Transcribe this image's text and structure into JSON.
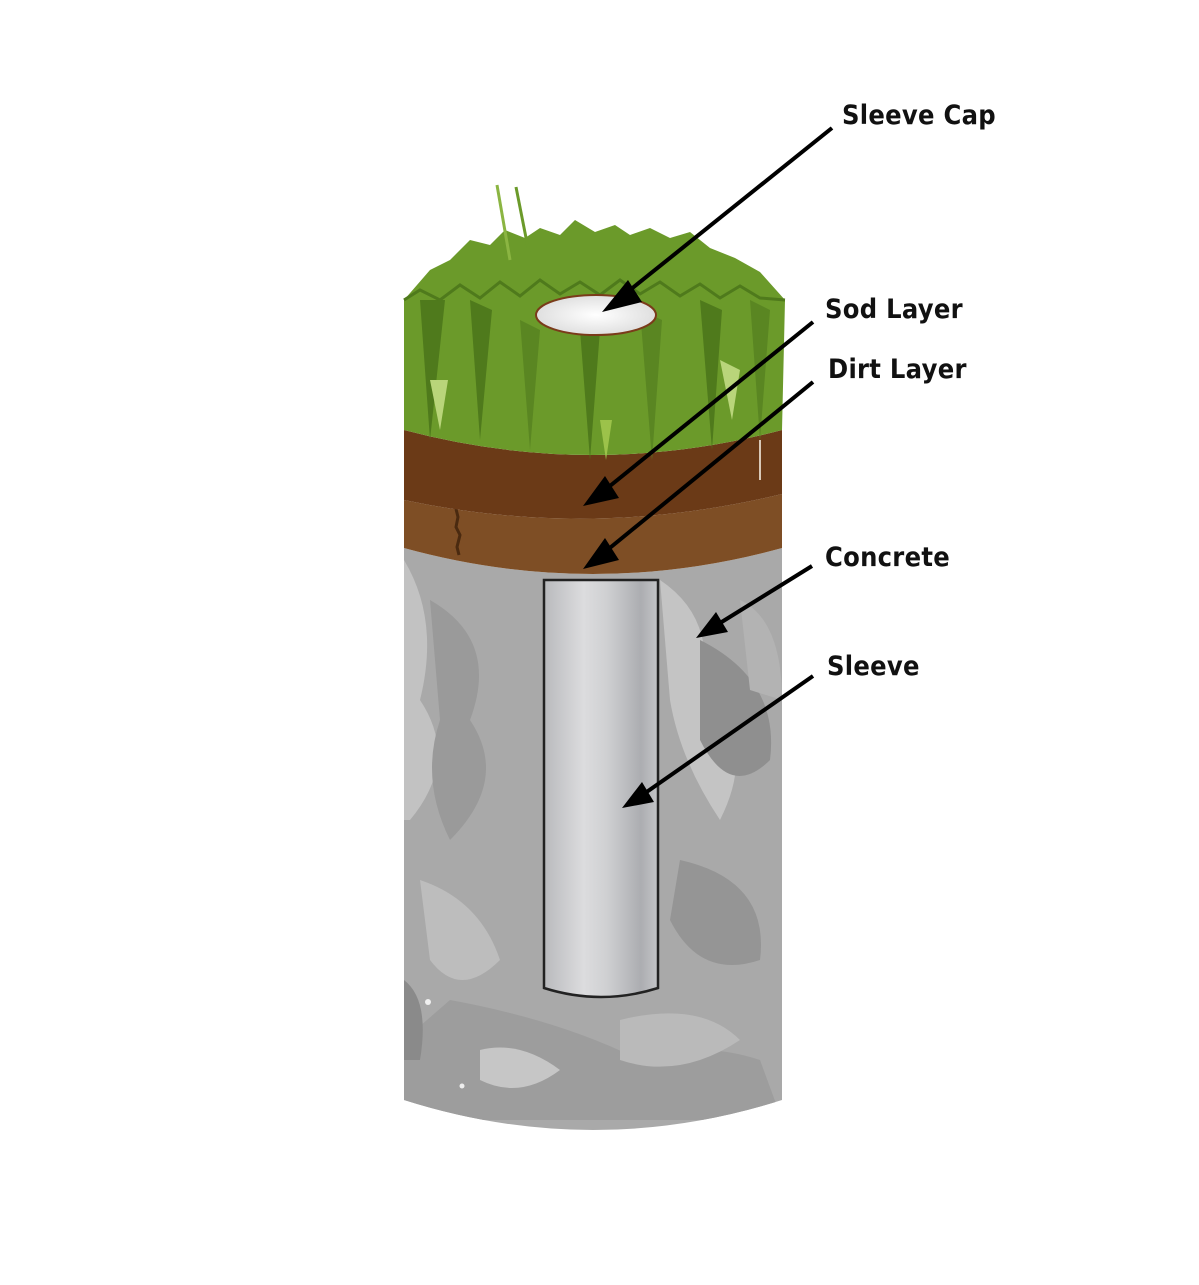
{
  "diagram": {
    "title": "Sleeve installation cross-section",
    "labels": [
      {
        "id": "sleeve-cap",
        "text": "Sleeve Cap"
      },
      {
        "id": "sod-layer",
        "text": "Sod Layer"
      },
      {
        "id": "dirt-layer",
        "text": "Dirt Layer"
      },
      {
        "id": "concrete",
        "text": "Concrete"
      },
      {
        "id": "sleeve",
        "text": "Sleeve"
      }
    ],
    "colors": {
      "grass_dark": "#4f7a1c",
      "grass_mid": "#6b9a2a",
      "grass_light": "#9cc24a",
      "sod": "#6b3a17",
      "dirt": "#7e4e25",
      "concrete_base": "#a9a9a9",
      "concrete_light": "#c2c2c2",
      "concrete_dark": "#8e8e8e",
      "sleeve_light": "#dcdcde",
      "sleeve_dark": "#a8a9ad",
      "cap": "#f4f4f4",
      "arrow": "#000000"
    }
  }
}
